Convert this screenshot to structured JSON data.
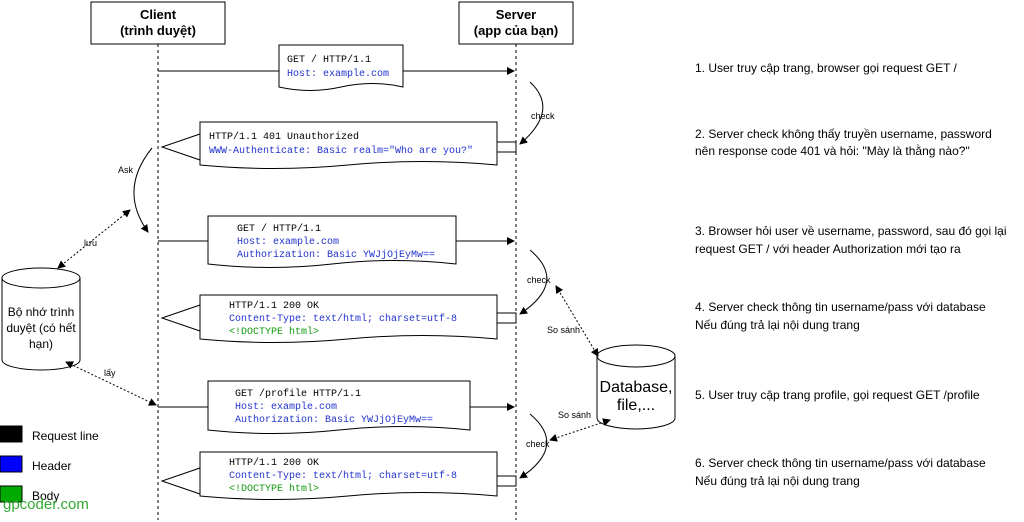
{
  "actors": {
    "client": {
      "line1": "Client",
      "line2": "(trình duyệt)"
    },
    "server": {
      "line1": "Server",
      "line2": "(app của bạn)"
    }
  },
  "storage": {
    "browser": {
      "line1": "Bộ nhớ trình",
      "line2": "duyệt (có hết",
      "line3": "hạn)"
    },
    "database": {
      "line1": "Database,",
      "line2": "file,..."
    }
  },
  "messages": [
    {
      "lines": [
        {
          "text": "GET / HTTP/1.1",
          "kind": "request"
        },
        {
          "text": "Host: example.com",
          "kind": "header"
        }
      ]
    },
    {
      "lines": [
        {
          "text": "HTTP/1.1 401 Unauthorized",
          "kind": "request"
        },
        {
          "text": "WWW-Authenticate: Basic realm=\"Who are you?\"",
          "kind": "header"
        }
      ]
    },
    {
      "lines": [
        {
          "text": "GET / HTTP/1.1",
          "kind": "request"
        },
        {
          "text": "Host: example.com",
          "kind": "header"
        },
        {
          "text": "Authorization: Basic YWJjOjEyMw==",
          "kind": "header"
        }
      ]
    },
    {
      "lines": [
        {
          "text": "HTTP/1.1 200 OK",
          "kind": "request"
        },
        {
          "text": "Content-Type: text/html; charset=utf-8",
          "kind": "header"
        },
        {
          "text": "<!DOCTYPE html>",
          "kind": "body"
        }
      ]
    },
    {
      "lines": [
        {
          "text": "GET /profile HTTP/1.1",
          "kind": "request"
        },
        {
          "text": "Host: example.com",
          "kind": "header"
        },
        {
          "text": "Authorization: Basic YWJjOjEyMw==",
          "kind": "header"
        }
      ]
    },
    {
      "lines": [
        {
          "text": "HTTP/1.1 200 OK",
          "kind": "request"
        },
        {
          "text": "Content-Type: text/html; charset=utf-8",
          "kind": "header"
        },
        {
          "text": "<!DOCTYPE html>",
          "kind": "body"
        }
      ]
    }
  ],
  "connector_labels": {
    "check": "check",
    "ask": "Ask",
    "save": "lưu",
    "get": "lấy",
    "compare": "So sánh"
  },
  "steps": [
    {
      "line1": "1. User truy cập trang, browser gọi request GET /",
      "line2": ""
    },
    {
      "line1": "2. Server check không thấy truyền username, password",
      "line2": "nên response code 401 và hỏi: \"Mày là thằng nào?\""
    },
    {
      "line1": "3. Browser hỏi user về username, password, sau đó gọi lại",
      "line2": "request GET / với header Authorization mới tạo ra"
    },
    {
      "line1": "4. Server check thông tin username/pass với database",
      "line2": "Nếu đúng trả lại nội dung trang"
    },
    {
      "line1": "5. User truy cập trang profile, gọi request GET /profile",
      "line2": ""
    },
    {
      "line1": "6. Server check thông tin username/pass với database",
      "line2": "Nếu đúng trả lại nội dung trang"
    }
  ],
  "legend": [
    {
      "label": "Request line",
      "color": "#000000"
    },
    {
      "label": "Header",
      "color": "#0000ff"
    },
    {
      "label": "Body",
      "color": "#00aa00"
    }
  ],
  "watermark": "gpcoder.com",
  "colors": {
    "request": "#000000",
    "header": "#2233cc",
    "body": "#119911",
    "watermark": "#33aa33"
  }
}
